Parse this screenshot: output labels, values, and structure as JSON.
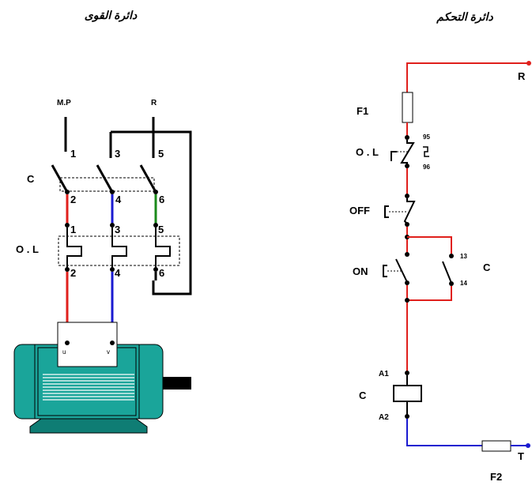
{
  "titles": {
    "power_circuit": "دائرة القوى",
    "control_circuit": "دائرة التحكم"
  },
  "power": {
    "mp_label": "M.P",
    "r_label": "R",
    "contactor_label": "C",
    "overload_label": "O . L",
    "top_terminals": [
      "1",
      "3",
      "5"
    ],
    "mid_terminals": [
      "2",
      "4",
      "6"
    ],
    "ol_in_terminals": [
      "1",
      "3",
      "5"
    ],
    "ol_out_terminals": [
      "2",
      "4",
      "6"
    ],
    "motor_terminals": [
      "u",
      "v"
    ]
  },
  "control": {
    "r_label": "R",
    "t_label": "T",
    "fuse1_label": "F1",
    "fuse2_label": "F2",
    "ol_label": "O . L",
    "ol_contact_top": "95",
    "ol_contact_bottom": "96",
    "off_label": "OFF",
    "on_label": "ON",
    "holding_contact_label": "C",
    "holding_top": "13",
    "holding_bottom": "14",
    "coil_label": "C",
    "coil_a1": "A1",
    "coil_a2": "A2"
  },
  "colors": {
    "phase_l1": "#e0201c",
    "phase_l2": "#1a1ad0",
    "phase_l3": "#1a8a1a",
    "neutral": "#1a1ad0",
    "motor_body": "#1aa59a",
    "motor_dark": "#0f7d74"
  }
}
